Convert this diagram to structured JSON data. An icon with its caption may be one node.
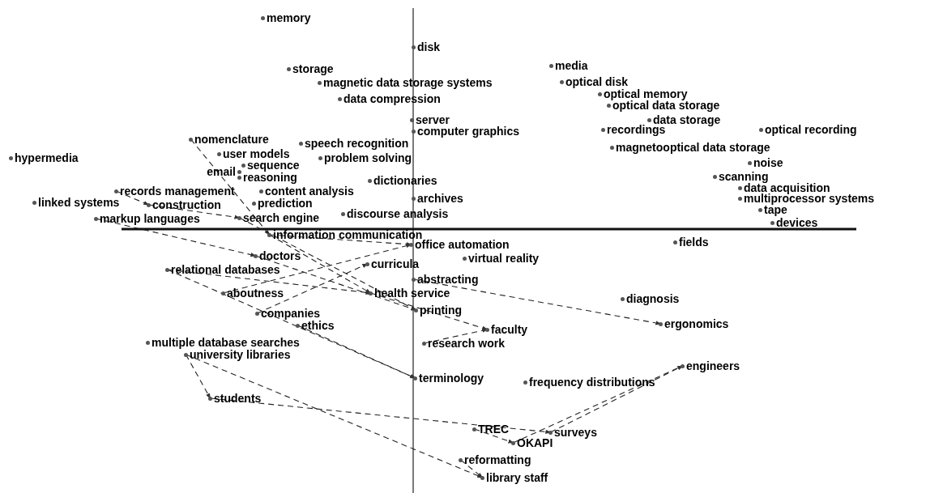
{
  "diagram": {
    "nodes": [
      {
        "text": [
          "memory"
        ]
      },
      {
        "text": [
          "disk"
        ]
      },
      {
        "text": [
          "media"
        ]
      },
      {
        "text": [
          "storage"
        ]
      },
      {
        "text": [
          "optical disk"
        ]
      },
      {
        "text": [
          "magnetic data storage systems"
        ]
      },
      {
        "text": [
          "optical memory"
        ]
      },
      {
        "text": [
          "data compression"
        ]
      },
      {
        "text": [
          "optical data storage"
        ]
      },
      {
        "text": [
          "data storage"
        ]
      },
      {
        "text": [
          "server"
        ]
      },
      {
        "text": [
          "recordings"
        ]
      },
      {
        "text": [
          "optical recording"
        ]
      },
      {
        "text": [
          "computer graphics"
        ]
      },
      {
        "text": [
          "nomenclature"
        ]
      },
      {
        "text": [
          "speech recognition"
        ]
      },
      {
        "text": [
          "magnetooptical data storage"
        ]
      },
      {
        "text": [
          "user models"
        ]
      },
      {
        "text": [
          "hypermedia"
        ]
      },
      {
        "text": [
          "problem solving"
        ]
      },
      {
        "text": [
          "noise"
        ]
      },
      {
        "text": [
          "sequence"
        ]
      },
      {
        "text": [
          "email"
        ]
      },
      {
        "text": [
          "reasoning"
        ]
      },
      {
        "text": [
          "dictionaries"
        ]
      },
      {
        "text": [
          "scanning"
        ]
      },
      {
        "text": [
          "data acquisition"
        ]
      },
      {
        "text": [
          "records management"
        ]
      },
      {
        "text": [
          "content analysis"
        ]
      },
      {
        "text": [
          "archives"
        ]
      },
      {
        "text": [
          "multiprocessor systems"
        ]
      },
      {
        "text": [
          "linked systems"
        ]
      },
      {
        "text": [
          "construction"
        ]
      },
      {
        "text": [
          "prediction"
        ]
      },
      {
        "text": [
          "tape"
        ]
      },
      {
        "text": [
          "discourse analysis"
        ]
      },
      {
        "text": [
          "search engine"
        ]
      },
      {
        "text": [
          "markup languages"
        ]
      },
      {
        "text": [
          "devices"
        ]
      },
      {
        "text": [
          "information communication"
        ]
      },
      {
        "text": [
          "fields"
        ]
      },
      {
        "text": [
          "office automation"
        ]
      },
      {
        "text": [
          "doctors"
        ]
      },
      {
        "text": [
          "virtual reality"
        ]
      },
      {
        "text": [
          "curricula"
        ]
      },
      {
        "text": [
          "relational databases"
        ]
      },
      {
        "text": [
          "abstracting"
        ]
      },
      {
        "text": [
          "aboutness"
        ]
      },
      {
        "text": [
          "health service"
        ]
      },
      {
        "text": [
          "diagnosis"
        ]
      },
      {
        "text": [
          "companies"
        ]
      },
      {
        "text": [
          "printing"
        ]
      },
      {
        "text": [
          "ethics"
        ]
      },
      {
        "text": [
          "ergonomics"
        ]
      },
      {
        "text": [
          "faculty"
        ]
      },
      {
        "text": [
          "research work"
        ]
      },
      {
        "text": [
          "multiple database searches"
        ]
      },
      {
        "text": [
          "university libraries"
        ]
      },
      {
        "text": [
          "engineers"
        ]
      },
      {
        "text": [
          "terminology"
        ]
      },
      {
        "text": [
          "frequency distributions"
        ]
      },
      {
        "text": [
          "students"
        ]
      },
      {
        "text": [
          "TREC"
        ]
      },
      {
        "text": [
          "surveys"
        ]
      },
      {
        "text": [
          "OKAPI"
        ]
      },
      {
        "text": [
          "reformatting"
        ]
      },
      {
        "text": [
          "library staff"
        ]
      }
    ],
    "edges": [
      {
        "from": 14,
        "to": 39,
        "arrow": "to",
        "style": "dashed"
      },
      {
        "from": 27,
        "to": 32,
        "arrow": "to",
        "style": "dashed"
      },
      {
        "from": 32,
        "to": 36,
        "arrow": "to",
        "style": "dashed"
      },
      {
        "from": 37,
        "to": 42,
        "arrow": "to",
        "style": "dashed"
      },
      {
        "from": 39,
        "to": 41,
        "arrow": "to",
        "style": "dashed"
      },
      {
        "from": 46,
        "to": 53,
        "arrow": "to",
        "style": "dashed"
      },
      {
        "from": 39,
        "to": 48,
        "arrow": "to",
        "style": "dashed"
      },
      {
        "from": 36,
        "to": 51,
        "arrow": "to",
        "style": "dashed"
      },
      {
        "from": 42,
        "to": 51,
        "arrow": "to",
        "style": "dashed"
      },
      {
        "from": 45,
        "to": 59,
        "arrow": "to",
        "style": "dashed"
      },
      {
        "from": 45,
        "to": 48,
        "arrow": "to",
        "style": "dashed"
      },
      {
        "from": 50,
        "to": 44,
        "arrow": "to",
        "style": "dashed"
      },
      {
        "from": 47,
        "to": 41,
        "arrow": "to",
        "style": "dashed"
      },
      {
        "from": 52,
        "to": 59,
        "arrow": "to",
        "style": "dashed"
      },
      {
        "from": 57,
        "to": 66,
        "arrow": "to",
        "style": "dashed"
      },
      {
        "from": 57,
        "to": 61,
        "arrow": "to",
        "style": "dashed"
      },
      {
        "from": 61,
        "to": 63,
        "arrow": "to",
        "style": "dashed"
      },
      {
        "from": 62,
        "to": 64,
        "arrow": "to",
        "style": "dashed"
      },
      {
        "from": 63,
        "to": 58,
        "arrow": "to",
        "style": "dashed"
      },
      {
        "from": 64,
        "to": 58,
        "arrow": "to",
        "style": "dashed"
      },
      {
        "from": 55,
        "to": 54,
        "arrow": "to",
        "style": "dashed"
      },
      {
        "from": 48,
        "to": 54,
        "arrow": "to",
        "style": "dashed"
      },
      {
        "from": 65,
        "to": 66,
        "arrow": "to",
        "style": "dashed"
      }
    ]
  }
}
